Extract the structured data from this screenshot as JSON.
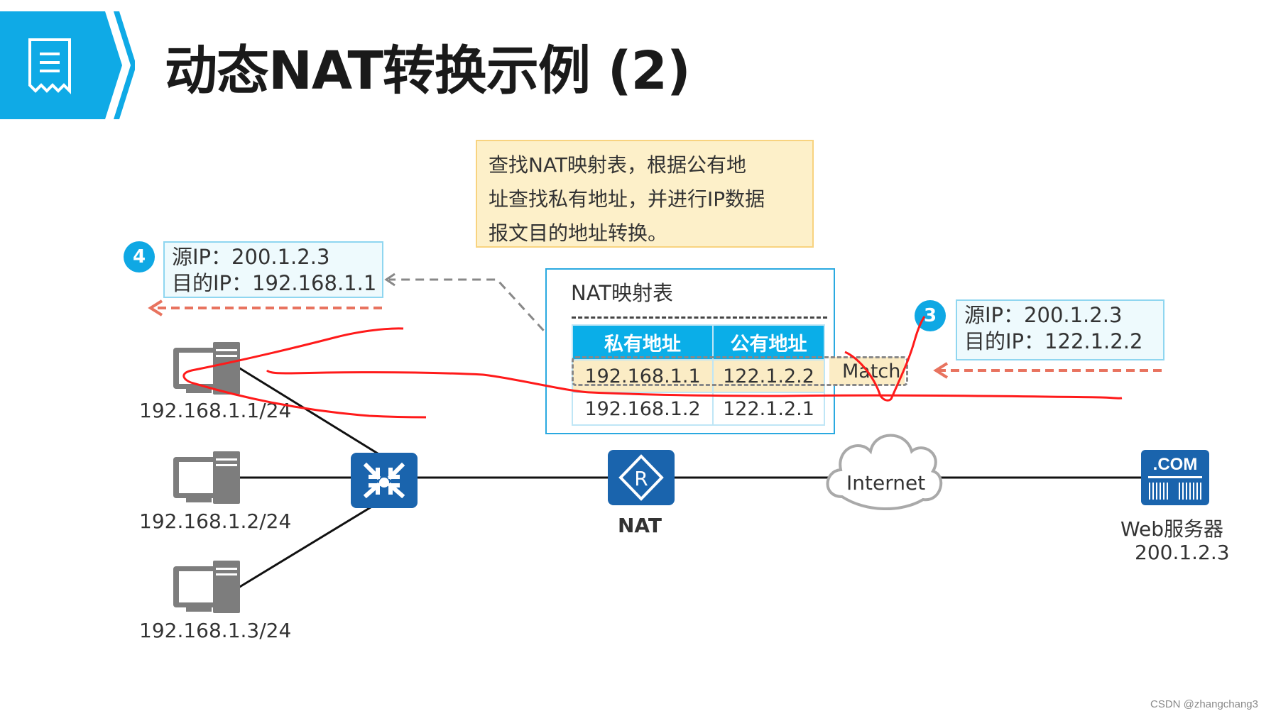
{
  "header": {
    "icon": "document-list-icon",
    "title": "动态NAT转换示例 (2)"
  },
  "note": {
    "lines": [
      "查找NAT映射表，根据公有地",
      "址查找私有地址，并进行IP数据",
      "报文目的地址转换。"
    ]
  },
  "step4": {
    "badge": "4",
    "src": "源IP：200.1.2.3",
    "dst": "目的IP：192.168.1.1"
  },
  "step3": {
    "badge": "3",
    "src": "源IP：200.1.2.3",
    "dst": "目的IP：122.1.2.2"
  },
  "nat_table": {
    "title": "NAT映射表",
    "headers": [
      "私有地址",
      "公有地址"
    ],
    "rows": [
      [
        "192.168.1.1",
        "122.1.2.2"
      ],
      [
        "192.168.1.2",
        "122.1.2.1"
      ]
    ],
    "match_label": "Match",
    "highlight_row": 0
  },
  "hosts": [
    {
      "label": "192.168.1.1/24"
    },
    {
      "label": "192.168.1.2/24"
    },
    {
      "label": "192.168.1.3/24"
    }
  ],
  "devices": {
    "switch": {
      "icon": "switch-icon"
    },
    "nat": {
      "icon": "router-icon",
      "label": "NAT"
    },
    "internet": {
      "icon": "cloud-icon",
      "label": "Internet"
    },
    "server": {
      "icon": "web-server-icon",
      "badge_text": ".COM",
      "label": "Web服务器",
      "ip": "200.1.2.3"
    }
  },
  "colors": {
    "accent_blue": "#0fa8e4",
    "device_blue": "#1a64ad",
    "note_bg": "#fdf0c9",
    "arrow_red": "#e8735f",
    "annotation_red": "#ff0000"
  },
  "watermark": "CSDN @zhangchang3"
}
